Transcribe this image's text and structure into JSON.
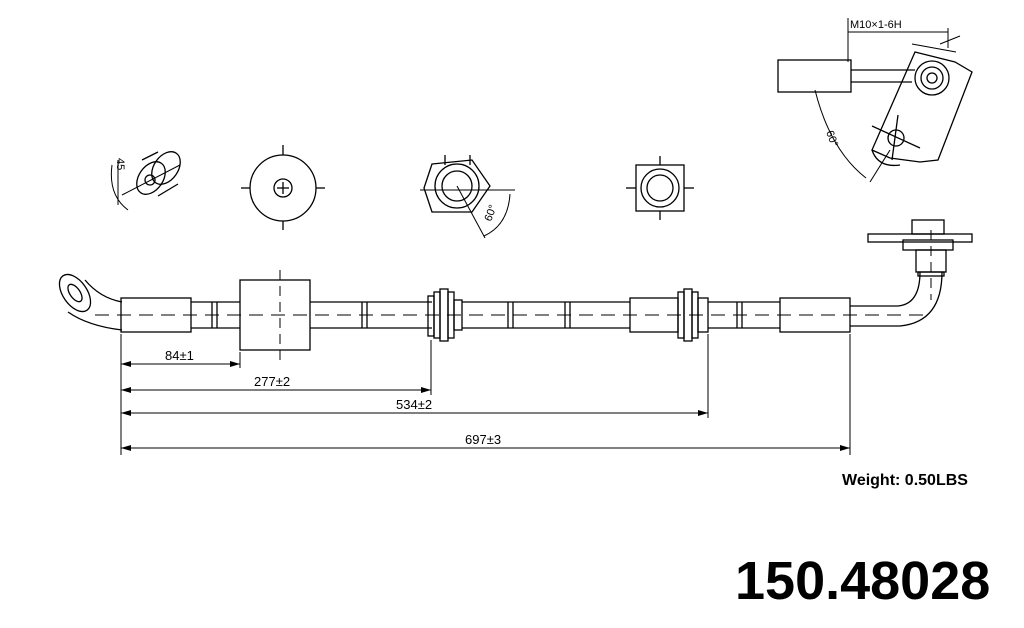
{
  "thread_spec": "M10×1-6H",
  "angles": {
    "top_right": "60°",
    "middle_fitting": "60°",
    "left_fitting": "45"
  },
  "dimensions": [
    "84±1",
    "277±2",
    "534±2",
    "697±3"
  ],
  "weight": "Weight: 0.50LBS",
  "part_number": "150.48028"
}
